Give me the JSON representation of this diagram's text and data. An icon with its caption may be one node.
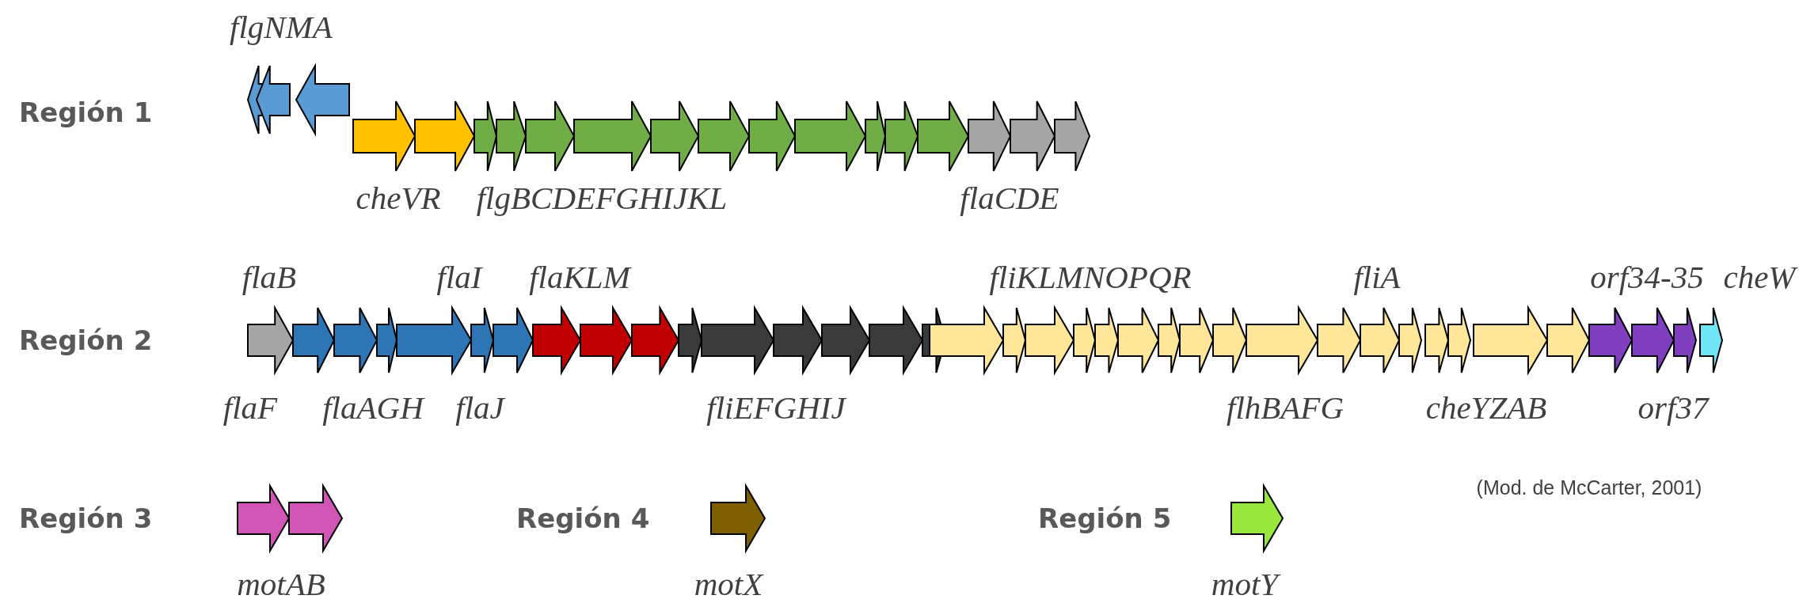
{
  "diagram": {
    "labels": [
      "flgNMA",
      "Región 1",
      "cheVR",
      "flgBCDEFGHIJKL",
      "flaCDE",
      "flaB",
      "flaI",
      "flaKLM",
      "fliKLMNOPQR",
      "fliA",
      "orf34-35",
      "cheW",
      "Región 2",
      "flaF",
      "flaAGH",
      "flaJ",
      "fliEFGHIJ",
      "flhBAFG",
      "cheYZAB",
      "orf37",
      "(Mod. de McCarter, 2001)",
      "Región 3",
      "Región 4",
      "Región 5",
      "motAB",
      "motX",
      "motY"
    ]
  }
}
